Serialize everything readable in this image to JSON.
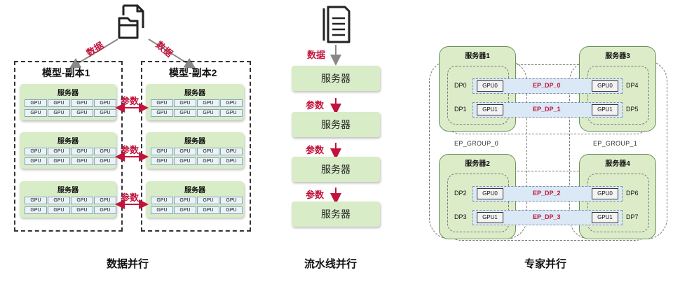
{
  "data_parallel": {
    "data_label_left": "数据",
    "data_label_right": "数据",
    "replica1_title": "模型-副本1",
    "replica2_title": "模型-副本2",
    "server_title": "服务器",
    "gpu_label": "GPU",
    "params_label": "参数",
    "caption": "数据并行"
  },
  "pipeline": {
    "data_label": "数据",
    "server_label": "服务器",
    "params_label": "参数",
    "caption": "流水线并行"
  },
  "expert": {
    "servers": [
      {
        "title": "服务器1",
        "dp": [
          "DP0",
          "DP1"
        ]
      },
      {
        "title": "服务器3",
        "dp": [
          "DP4",
          "DP5"
        ]
      },
      {
        "title": "服务器2",
        "dp": [
          "DP2",
          "DP3"
        ]
      },
      {
        "title": "服务器4",
        "dp": [
          "DP6",
          "DP7"
        ]
      }
    ],
    "gpu0": "GPU0",
    "gpu1": "GPU1",
    "ep_dp": [
      "EP_DP_0",
      "EP_DP_1",
      "EP_DP_2",
      "EP_DP_3"
    ],
    "groups": [
      "EP_GROUP_0",
      "EP_GROUP_1"
    ],
    "caption": "专家并行"
  },
  "colors": {
    "accent_red": "#c0143c",
    "server_green": "#d7ecc7",
    "band_blue": "#dbe8f6"
  },
  "icons": [
    "document-icon",
    "folder-document-icon"
  ]
}
